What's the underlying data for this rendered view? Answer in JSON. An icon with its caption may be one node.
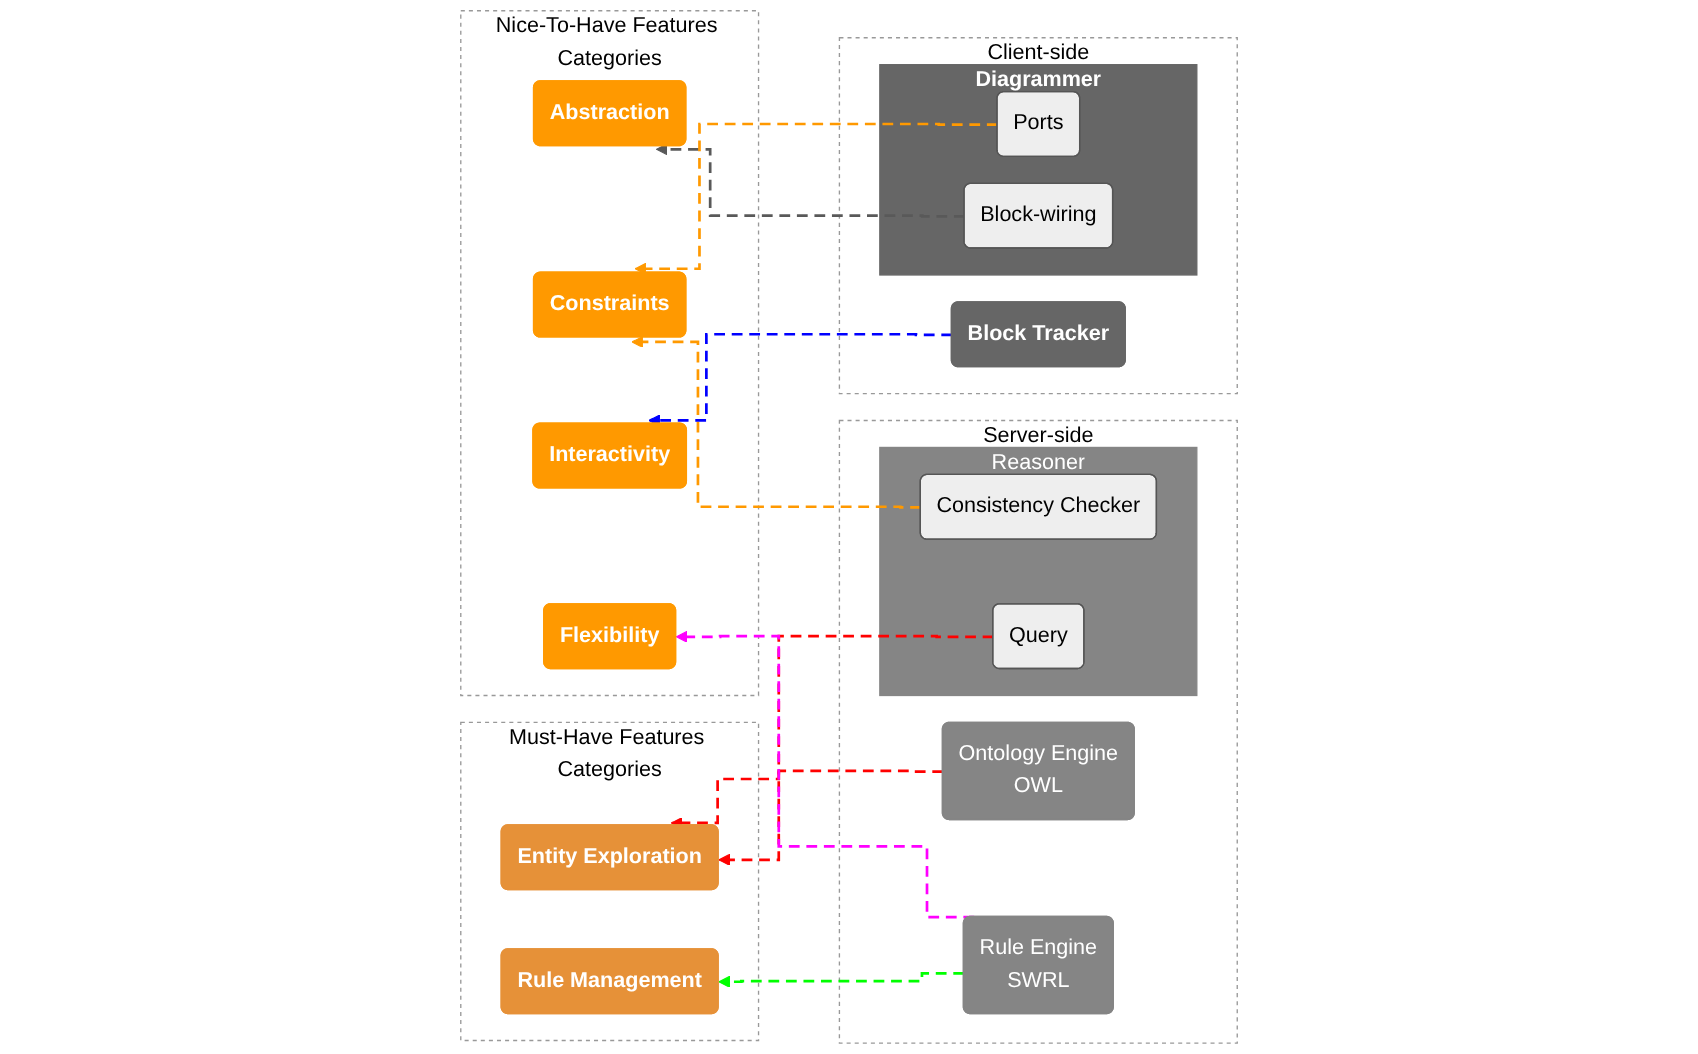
{
  "diagram": {
    "nodes": [
      {
        "text": [
          "Must-Have Features Categories"
        ]
      },
      {
        "text": [
          "Entity Exploration"
        ],
        "in": 0
      },
      {
        "text": [
          "Rule Management"
        ],
        "in": 0
      },
      {
        "text": [
          "Nice-To-Have Features Categories"
        ]
      },
      {
        "text": [
          "Abstraction"
        ],
        "in": 3
      },
      {
        "text": [
          "Flexibility"
        ],
        "in": 3
      },
      {
        "text": [
          "Constraints"
        ],
        "in": 3
      },
      {
        "text": [
          "Interactivity"
        ],
        "in": 3
      },
      {
        "text": [
          "Client-side"
        ]
      },
      {
        "text": [
          "Diagrammer"
        ],
        "in": 8
      },
      {
        "text": [
          "Ports"
        ],
        "in": 9
      },
      {
        "text": [
          "Block-wiring"
        ],
        "in": 9
      },
      {
        "text": [
          "Block Tracker"
        ],
        "in": 8
      },
      {
        "text": [
          "Server-side"
        ]
      },
      {
        "text": [
          "Reasoner"
        ],
        "in": 13
      },
      {
        "text": [
          "Consistency Checker"
        ],
        "in": 14
      },
      {
        "text": [
          "Query"
        ],
        "in": 14
      },
      {
        "text": [
          "Ontology Engine",
          "OWL"
        ],
        "in": 13
      },
      {
        "text": [
          "Rule Engine",
          "SWRL"
        ],
        "in": 13
      }
    ],
    "edges": [
      {
        "from": 16,
        "to": 1,
        "arrow": "to",
        "style": "dashed",
        "color": "#ff0000"
      },
      {
        "from": 17,
        "to": 1,
        "arrow": "to",
        "style": "dashed",
        "color": "#ff0000"
      },
      {
        "from": 18,
        "to": 2,
        "arrow": "to",
        "style": "dashed",
        "color": "#00ff00"
      },
      {
        "from": 11,
        "to": 4,
        "arrow": "to",
        "style": "dashed",
        "color": "#595959"
      },
      {
        "from": 18,
        "to": 5,
        "arrow": "to",
        "style": "dashed",
        "color": "#ff00ff"
      },
      {
        "from": 10,
        "to": 6,
        "arrow": "to",
        "style": "dashed",
        "color": "#ff9900"
      },
      {
        "from": 15,
        "to": 6,
        "arrow": "to",
        "style": "dashed",
        "color": "#ff9900"
      },
      {
        "from": 12,
        "to": 7,
        "arrow": "to",
        "style": "dashed",
        "color": "#0000ff"
      }
    ]
  }
}
